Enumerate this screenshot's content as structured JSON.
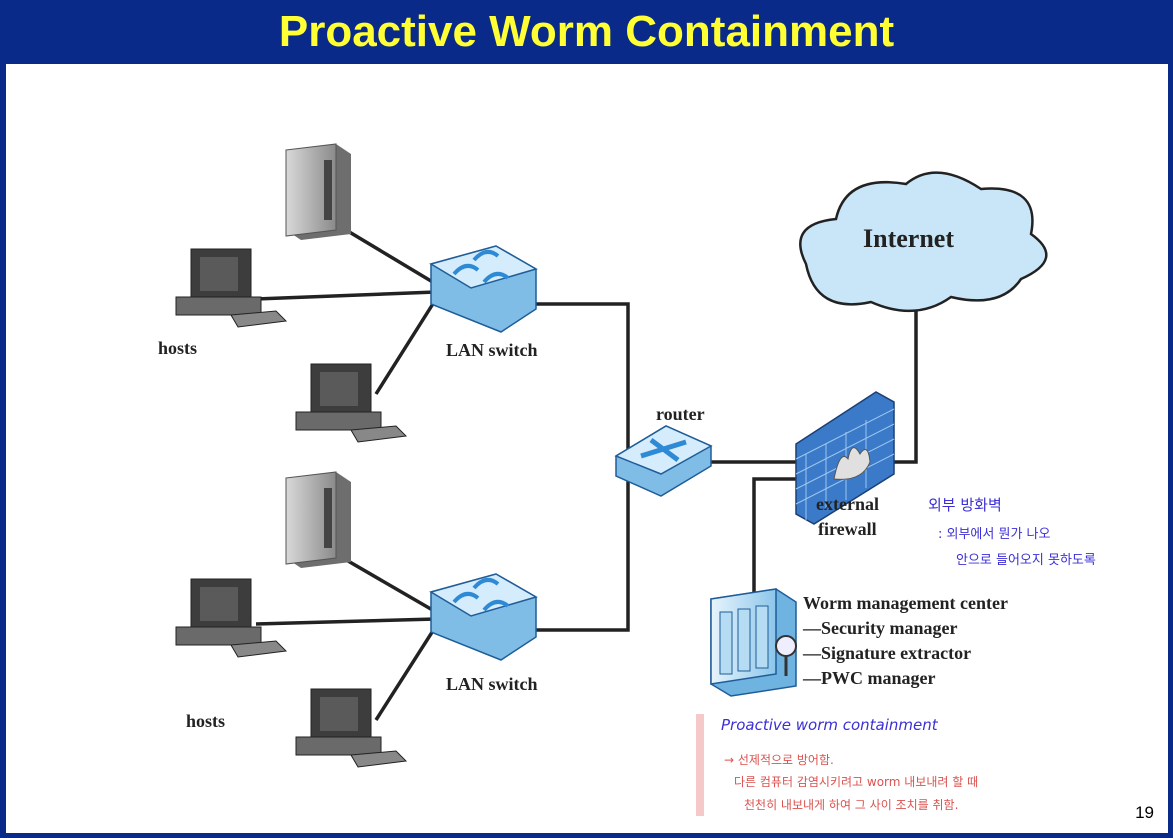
{
  "title": "Proactive Worm Containment",
  "labels": {
    "hosts_top": "hosts",
    "hosts_bottom": "hosts",
    "lan_switch_top": "LAN switch",
    "lan_switch_bottom": "LAN switch",
    "router": "router",
    "internet": "Internet",
    "external": "external",
    "firewall": "firewall",
    "wmc_title": "Worm management center",
    "wmc_item1": "—Security manager",
    "wmc_item2": "—Signature extractor",
    "wmc_item3": "—PWC manager"
  },
  "annotations": {
    "firewall_note_1": "외부 방화벽",
    "firewall_note_2": ": 외부에서 뭔가 나오",
    "firewall_note_3": "안으로 들어오지 못하도록",
    "pwc_heading": "Proactive worm containment",
    "pwc_line1": "→ 선제적으로 방어함.",
    "pwc_line2": "다른 컴퓨터 감염시키려고 worm 내보내려 할 때",
    "pwc_line3": "천천히 내보내게 하여 그 사이 조치를 취함."
  },
  "page_number": "19",
  "colors": {
    "header_bg": "#0a2a8a",
    "title_text": "#ffff33",
    "cloud_fill": "#c8e6f7",
    "switch_fill": "#b7dcf5",
    "switch_arrow": "#2f8ad6",
    "firewall_brick": "#3a7ac8",
    "handwriting_purple": "#3b2fd6",
    "handwriting_red": "#d9534f",
    "note_bar": "#f6c9c9"
  }
}
